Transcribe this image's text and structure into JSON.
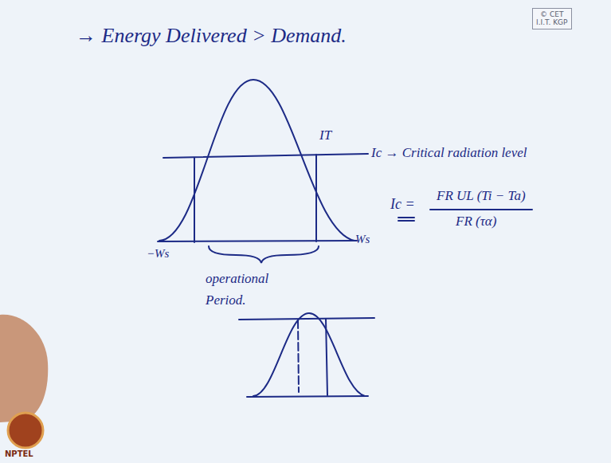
{
  "diagram": {
    "title": "→ Energy Delivered > Demand.",
    "nodes": [
      {
        "text": [
          "© CET",
          "I.I.T. KGP"
        ]
      }
    ],
    "labels": [
      "IT",
      "Ic → Critical radiation level",
      "Ic =",
      "FR UL (Ti − Ta)",
      "FR (τα)",
      "−Ws",
      "Ws",
      "operational Period.",
      "NPTEL"
    ]
  }
}
